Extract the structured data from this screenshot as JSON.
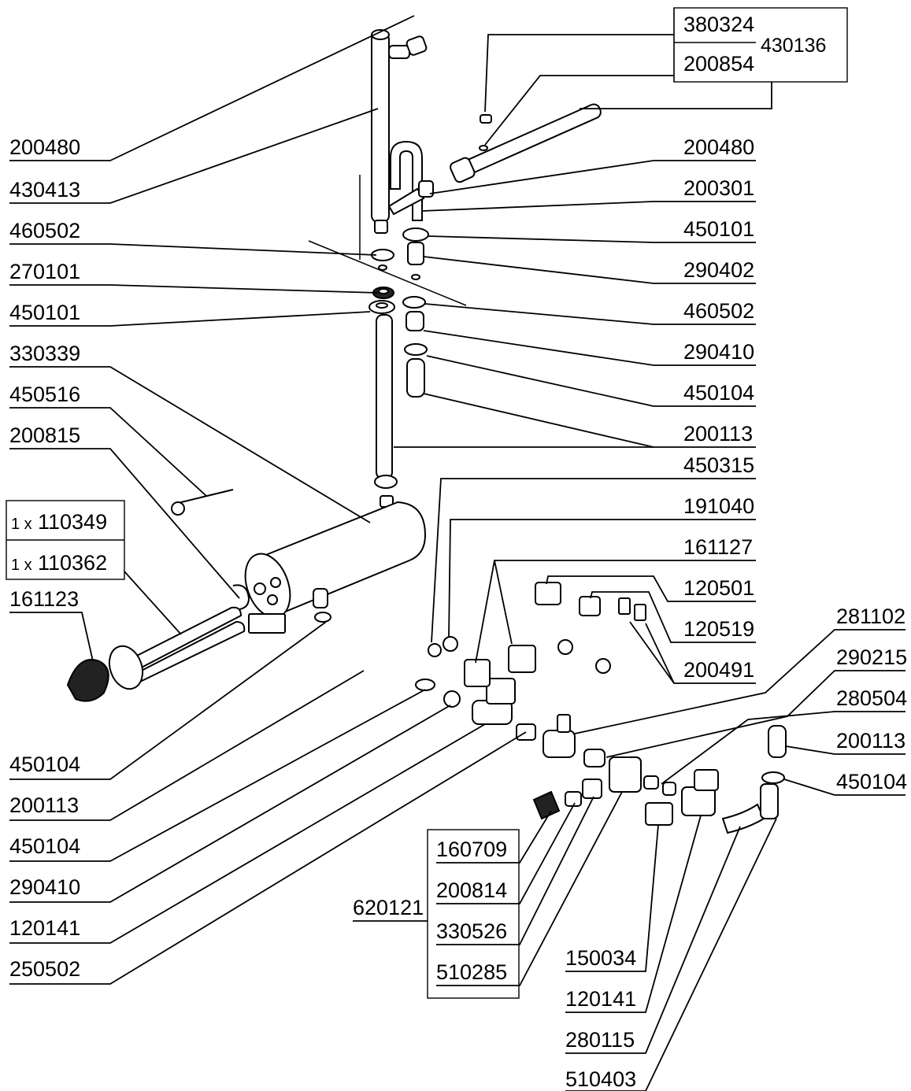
{
  "labels": {
    "l_200480_left": "200480",
    "l_430413": "430413",
    "l_460502_left": "460502",
    "l_270101": "270101",
    "l_450101_left": "450101",
    "l_330339": "330339",
    "l_450516": "450516",
    "l_200815": "200815",
    "l_110349_qty": "1 x",
    "l_110349": "110349",
    "l_110362_qty": "1 x",
    "l_110362": "110362",
    "l_161123": "161123",
    "l_450104_a": "450104",
    "l_200113_left": "200113",
    "l_450104_b": "450104",
    "l_290410_left": "290410",
    "l_120141_left": "120141",
    "l_250502": "250502",
    "l_380324": "380324",
    "l_430136": "430136",
    "l_200854": "200854",
    "l_200480_right": "200480",
    "l_200301": "200301",
    "l_450101_right": "450101",
    "l_290402": "290402",
    "l_460502_right": "460502",
    "l_290410_right": "290410",
    "l_450104_right": "450104",
    "l_200113_right": "200113",
    "l_450315": "450315",
    "l_191040": "191040",
    "l_161127": "161127",
    "l_120501": "120501",
    "l_120519": "120519",
    "l_200491": "200491",
    "l_281102": "281102",
    "l_290215": "290215",
    "l_280504": "280504",
    "l_200113_far": "200113",
    "l_450104_far": "450104",
    "l_160709": "160709",
    "l_200814": "200814",
    "l_620121": "620121",
    "l_330526": "330526",
    "l_510285": "510285",
    "l_150034": "150034",
    "l_120141_right": "120141",
    "l_280115": "280115",
    "l_510403": "510403"
  }
}
